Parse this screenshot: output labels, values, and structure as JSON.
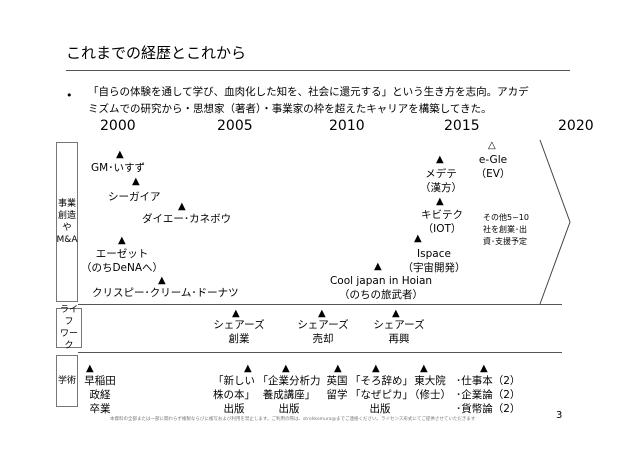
{
  "title": "これまでの経歴とこれから",
  "bullet": {
    "marker": "•",
    "line1": "「自らの体験を通して学び、血肉化した知を、社会に還元する」という生き方を志向。アカデ",
    "line2": "ミズムでの研究から・思想家（著者）・事業家の枠を超えたキャリアを構築してきた。"
  },
  "years": [
    "2000",
    "2005",
    "2010",
    "2015",
    "2020"
  ],
  "triangles": {
    "filled": "▲",
    "open": "△"
  },
  "rows": {
    "business": {
      "label_lines": [
        "事業",
        "創造",
        "や",
        "M&A"
      ],
      "items": {
        "gm": "GM･いすず",
        "cigaia": "シーガイア",
        "daiei": "ダイエー･カネボウ",
        "ezet1": "エーゼット",
        "ezet2": "（のちDeNAへ）",
        "krispy": "クリスピー･クリーム･ドーナツ",
        "cooljapan1": "Cool japan in Hoian",
        "cooljapan2": "（のちの旅武者）",
        "ispace1": "Ispace",
        "ispace2": "（宇宙開発）",
        "kibiteku1": "キビテク",
        "kibiteku2": "（IOT）",
        "medete1": "メデテ",
        "medete2": "（漢方）",
        "egle1": "e-Gle",
        "egle2": "（EV）",
        "others1": "その他5~10",
        "others2": "社を創業･出",
        "others3": "資･支援予定"
      }
    },
    "lifework": {
      "label_lines": [
        "ライフ",
        "ワーク"
      ],
      "items": {
        "share1a": "シェアーズ",
        "share1b": "創業",
        "share2a": "シェアーズ",
        "share2b": "売却",
        "share3a": "シェアーズ",
        "share3b": "再興"
      }
    },
    "academic": {
      "label_lines": [
        "学術"
      ],
      "items": {
        "waseda1": "早稲田",
        "waseda2": "政経",
        "waseda3": "卒業",
        "book1a": "「新しい",
        "book1b": "株の本」",
        "book1c": "出版",
        "book2a": "「企業分析力",
        "book2b": "養成講座」",
        "book2c": "出版",
        "uk1": "英国",
        "uk2": "留学",
        "book3a": "「そろ辞め」",
        "book3b": "「なぜピカ」",
        "book3c": "出版",
        "todai1": "東大院",
        "todai2": "（修士）",
        "future1": "･仕事本（2）",
        "future2": "･企業論（2）",
        "future3": "･貨幣論（2）"
      }
    }
  },
  "footer": "本資料の全部または一部に関わらず複製ならびに複写および利用を禁止します。ご利用の際は、strohkomura@までご連絡ください。ライセンス形式にてご提供させていただきます",
  "page_number": "3"
}
